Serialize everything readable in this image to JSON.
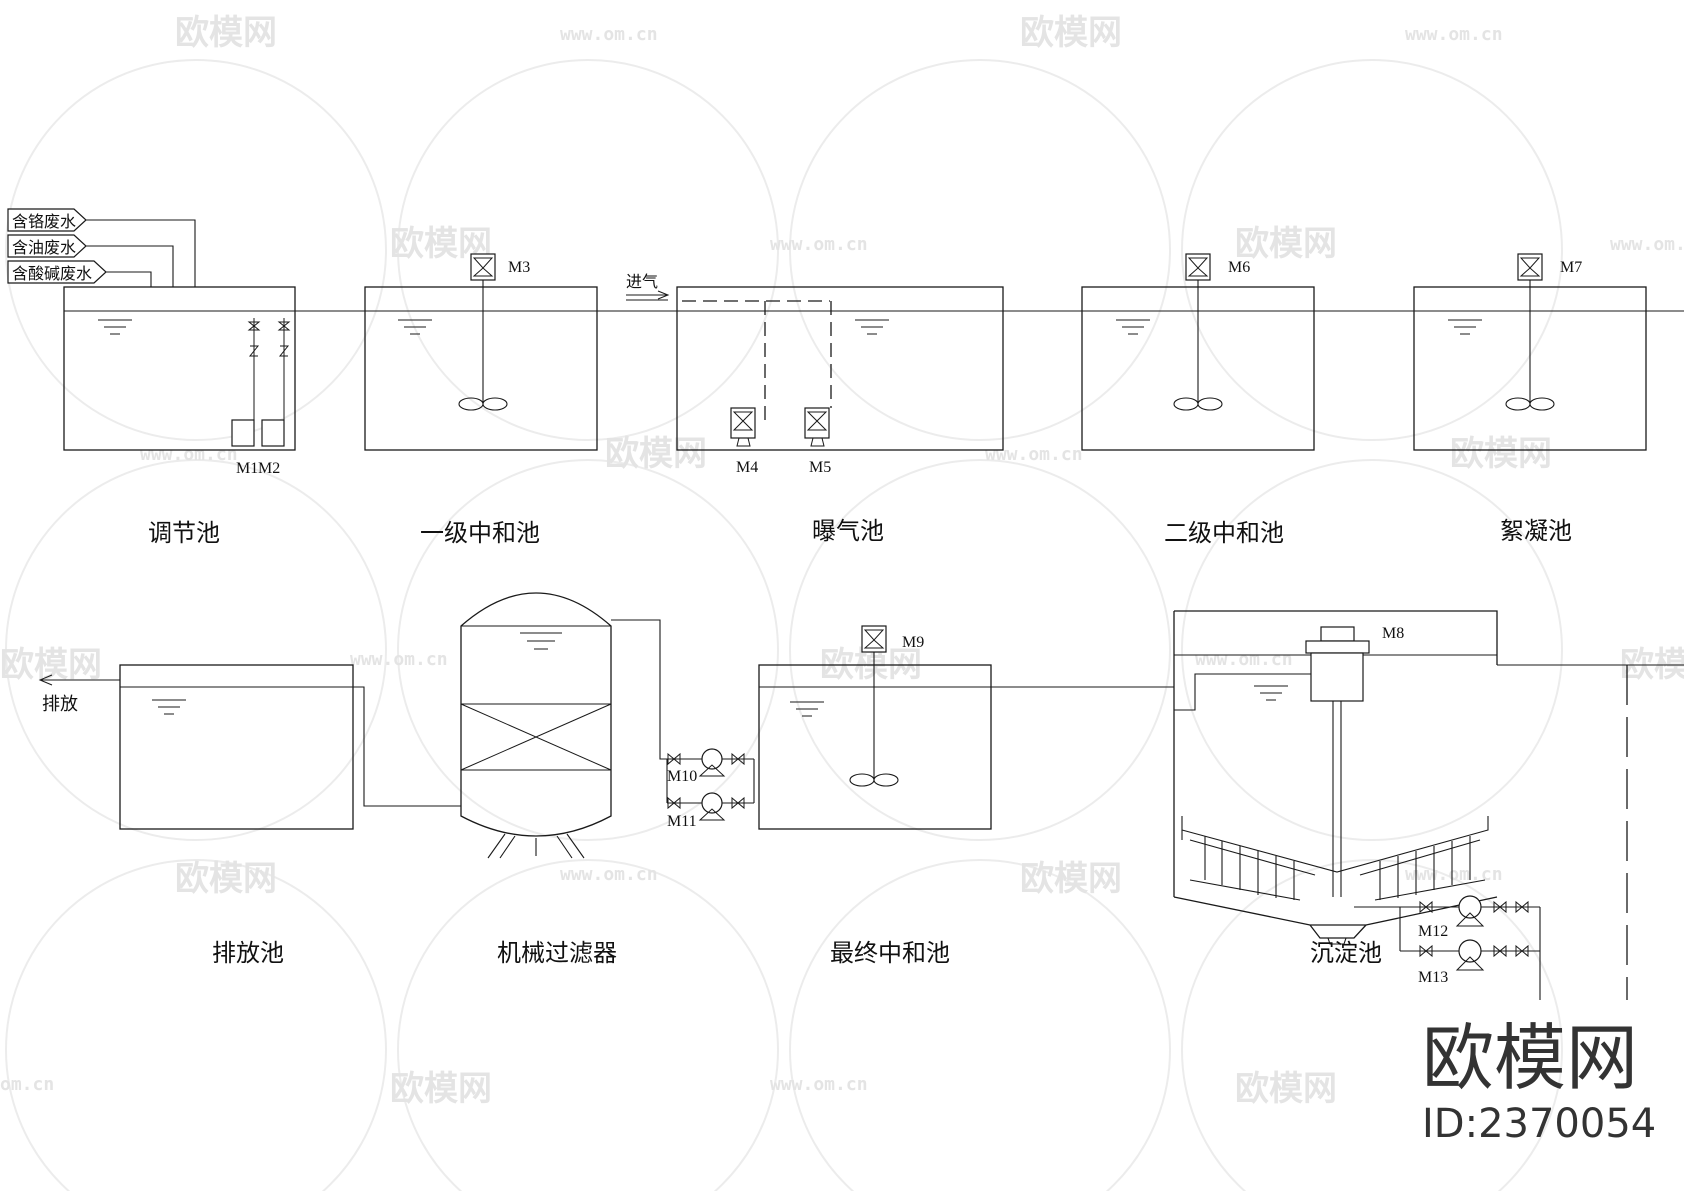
{
  "inlets": [
    "含铬废水",
    "含油废水",
    "含酸碱废水"
  ],
  "air_inlet_label": "进气",
  "discharge_label": "排放",
  "tanks": {
    "regulating": "调节池",
    "neutral1": "一级中和池",
    "aeration": "曝气池",
    "neutral2": "二级中和池",
    "flocculation": "絮凝池",
    "discharge": "排放池",
    "filter": "机械过滤器",
    "neutral_final": "最终中和池",
    "sedimentation": "沉淀池"
  },
  "equipment": {
    "m1": "M1",
    "m2": "M2",
    "m3": "M3",
    "m4": "M4",
    "m5": "M5",
    "m6": "M6",
    "m7": "M7",
    "m8": "M8",
    "m9": "M9",
    "m10": "M10",
    "m11": "M11",
    "m12": "M12",
    "m13": "M13"
  },
  "watermark": {
    "brand": "欧模网",
    "url": "www.om.cn",
    "url_short": "om.cn"
  },
  "logo": {
    "brand": "欧模网",
    "id": "ID:2370054"
  },
  "colors": {
    "line": "#1a1a1a",
    "watermark": "#e4e4e4",
    "logo": "#333333"
  }
}
